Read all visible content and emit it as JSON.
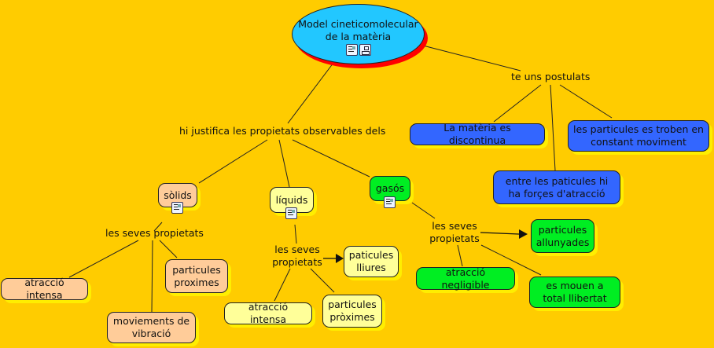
{
  "root": {
    "title": "Model cineticomolecular de la matèria",
    "icons": [
      "document-icon",
      "concept-map-icon"
    ]
  },
  "linking_phrases": {
    "postulats": "te uns postulats",
    "justifica": "hi justifica les propietats observables dels",
    "solids_props": "les seves propietats",
    "liquids_props": "les seves propietats",
    "gasos_props": "les seves propietats"
  },
  "postulats": [
    {
      "text": "La matèria es discontinua"
    },
    {
      "text": "les particules es troben en constant moviment"
    },
    {
      "text": "entre les paticules hi ha forçes d'atracció"
    }
  ],
  "states": {
    "solids": {
      "label": "sòlids",
      "color": "#ffcc99",
      "properties": [
        "atracció intensa",
        "particules proximes",
        "moviements de vibració"
      ]
    },
    "liquids": {
      "label": "líquids",
      "color": "#ffff99",
      "properties": [
        "paticules lliures",
        "atracció intensa",
        "particules pròximes"
      ]
    },
    "gasos": {
      "label": "gasós",
      "color": "#00ee22",
      "properties": [
        "particules allunyades",
        "atracció negligible",
        "es mouen a total llibertat"
      ]
    }
  },
  "colors": {
    "background": "#ffcc00",
    "postulat": "#3366ff",
    "root": "#22c7ff",
    "shadow": "#ffee00"
  }
}
